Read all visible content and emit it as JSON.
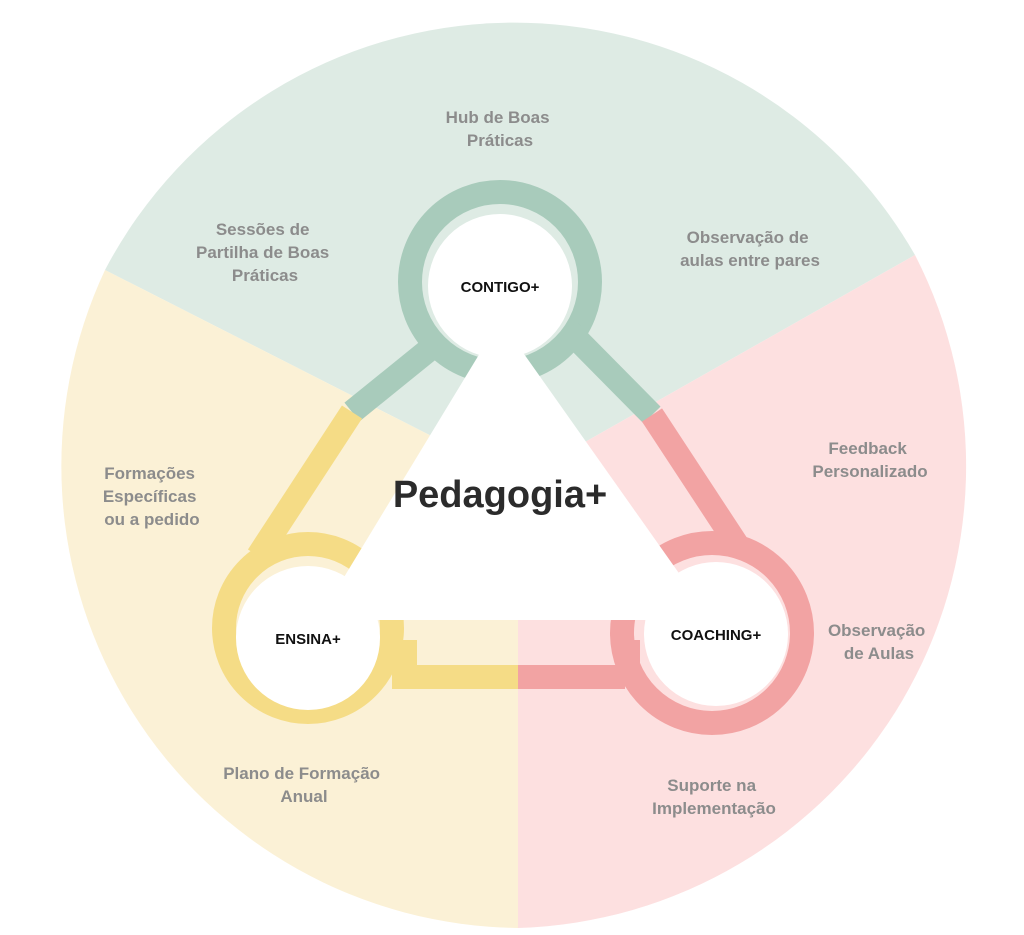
{
  "diagram": {
    "center_title": "Pedagogia+",
    "colors": {
      "green_sector": "#deebe4",
      "yellow_sector": "#fbf1d6",
      "pink_sector": "#fde0e0",
      "green_ring": "#a8cbbb",
      "yellow_ring": "#f5dc86",
      "pink_ring": "#f2a3a3",
      "node_fill": "#ffffff",
      "label_gray": "#8c8c8c"
    },
    "nodes": {
      "contigo": "CONTIGO+",
      "ensina": "ENSINA+",
      "coaching": "COACHING+"
    },
    "labels": {
      "hub": [
        "Hub de Boas",
        "Práticas"
      ],
      "sessoes": [
        "Sessões de",
        "Partilha de Boas",
        "Práticas"
      ],
      "observacao_pares": [
        "Observação de",
        "aulas entre pares"
      ],
      "formacoes": [
        "Formações",
        "Específicas",
        "ou a pedido"
      ],
      "plano": [
        "Plano de Formação",
        "Anual"
      ],
      "feedback": [
        "Feedback",
        "Personalizado"
      ],
      "observacao_aulas": [
        "Observação",
        "de Aulas"
      ],
      "suporte": [
        "Suporte na",
        "Implementação"
      ]
    }
  }
}
